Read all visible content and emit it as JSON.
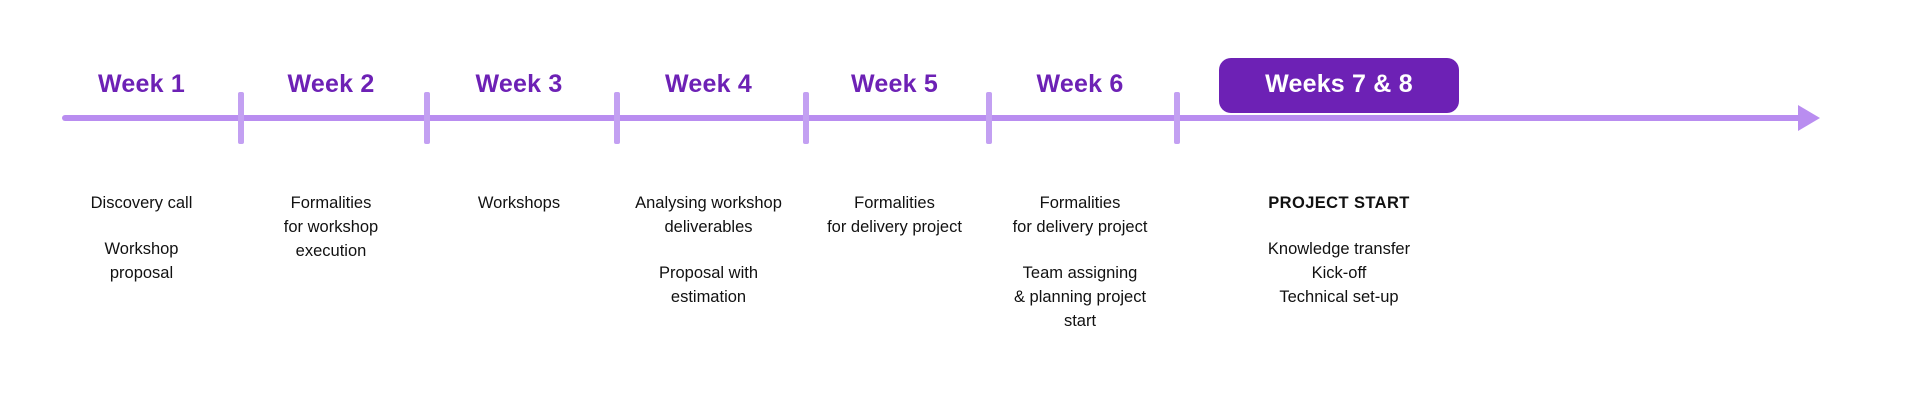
{
  "diagram": {
    "type": "timeline",
    "title_text_visible": false,
    "colors": {
      "axis": "#b98df0",
      "tick": "#c3a0f2",
      "week_label": "#6d21b5",
      "highlight_fill": "#6d21b5",
      "highlight_text": "#ffffff",
      "body_text": "#111111",
      "background": "#ffffff"
    },
    "axis": {
      "arrow_direction": "right",
      "tick_count": 6
    },
    "weeks": [
      {
        "label": "Week 1",
        "highlighted": false,
        "blocks": [
          {
            "bold": false,
            "lines": [
              "Discovery call"
            ]
          },
          {
            "bold": false,
            "lines": [
              "Workshop",
              "proposal"
            ]
          }
        ]
      },
      {
        "label": "Week 2",
        "highlighted": false,
        "blocks": [
          {
            "bold": false,
            "lines": [
              "Formalities",
              "for workshop",
              "execution"
            ]
          }
        ]
      },
      {
        "label": "Week 3",
        "highlighted": false,
        "blocks": [
          {
            "bold": false,
            "lines": [
              "Workshops"
            ]
          }
        ]
      },
      {
        "label": "Week 4",
        "highlighted": false,
        "blocks": [
          {
            "bold": false,
            "lines": [
              "Analysing workshop",
              "deliverables"
            ]
          },
          {
            "bold": false,
            "lines": [
              "Proposal with",
              "estimation"
            ]
          }
        ]
      },
      {
        "label": "Week 5",
        "highlighted": false,
        "blocks": [
          {
            "bold": false,
            "lines": [
              "Formalities",
              "for delivery project"
            ]
          }
        ]
      },
      {
        "label": "Week 6",
        "highlighted": false,
        "blocks": [
          {
            "bold": false,
            "lines": [
              "Formalities",
              "for delivery project"
            ]
          },
          {
            "bold": false,
            "lines": [
              "Team assigning",
              "& planning project",
              "start"
            ]
          }
        ]
      },
      {
        "label": "Weeks 7 & 8",
        "highlighted": true,
        "blocks": [
          {
            "bold": true,
            "lines": [
              "PROJECT START"
            ]
          },
          {
            "bold": false,
            "lines": [
              "Knowledge transfer",
              "Kick-off",
              "Technical set-up"
            ]
          }
        ]
      }
    ]
  }
}
